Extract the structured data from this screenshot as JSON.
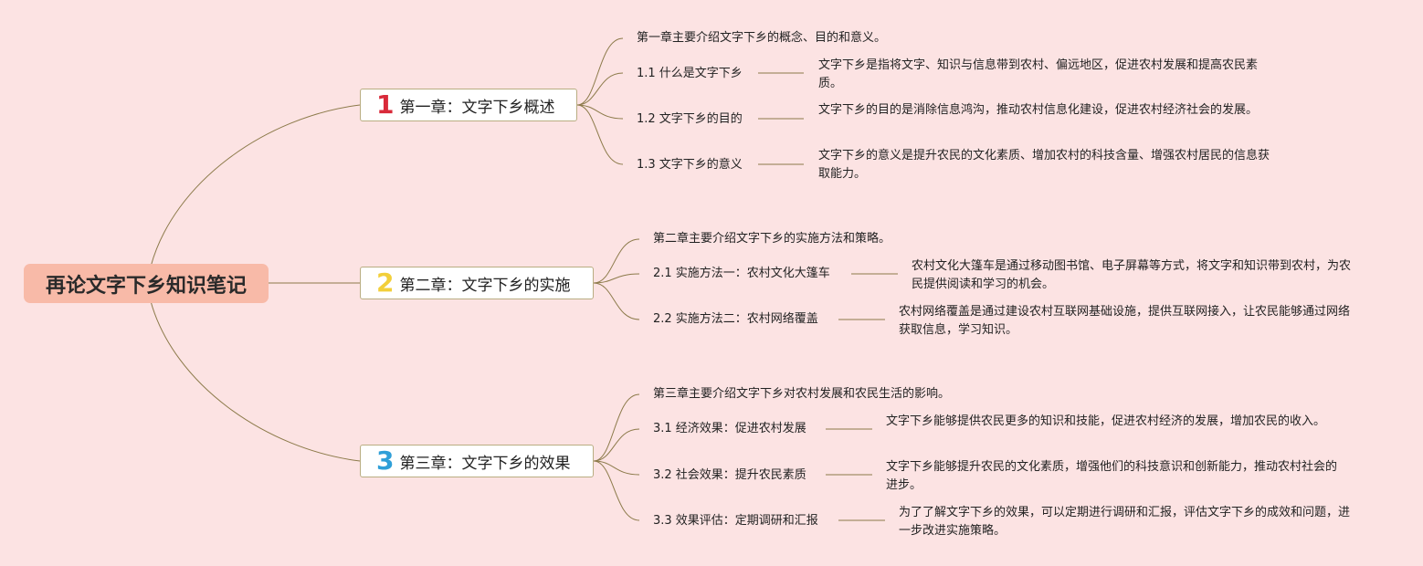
{
  "root": {
    "title": "再论文字下乡知识笔记"
  },
  "chapters": [
    {
      "number": "1",
      "number_color": "#d92a3a",
      "title": "第一章：文字下乡概述",
      "summary": "第一章主要介绍文字下乡的概念、目的和意义。",
      "items": [
        {
          "label": "1.1 什么是文字下乡",
          "detail": "文字下乡是指将文字、知识与信息带到农村、偏远地区，促进农村发展和提高农民素质。"
        },
        {
          "label": "1.2 文字下乡的目的",
          "detail": "文字下乡的目的是消除信息鸿沟，推动农村信息化建设，促进农村经济社会的发展。"
        },
        {
          "label": "1.3 文字下乡的意义",
          "detail": "文字下乡的意义是提升农民的文化素质、增加农村的科技含量、增强农村居民的信息获取能力。"
        }
      ]
    },
    {
      "number": "2",
      "number_color": "#f2cf3a",
      "title": "第二章：文字下乡的实施",
      "summary": "第二章主要介绍文字下乡的实施方法和策略。",
      "items": [
        {
          "label": "2.1 实施方法一：农村文化大篷车",
          "detail": "农村文化大篷车是通过移动图书馆、电子屏幕等方式，将文字和知识带到农村，为农民提供阅读和学习的机会。"
        },
        {
          "label": "2.2 实施方法二：农村网络覆盖",
          "detail": "农村网络覆盖是通过建设农村互联网基础设施，提供互联网接入，让农民能够通过网络获取信息，学习知识。"
        }
      ]
    },
    {
      "number": "3",
      "number_color": "#2f9fd8",
      "title": "第三章：文字下乡的效果",
      "summary": "第三章主要介绍文字下乡对农村发展和农民生活的影响。",
      "items": [
        {
          "label": "3.1 经济效果：促进农村发展",
          "detail": "文字下乡能够提供农民更多的知识和技能，促进农村经济的发展，增加农民的收入。"
        },
        {
          "label": "3.2 社会效果：提升农民素质",
          "detail": "文字下乡能够提升农民的文化素质，增强他们的科技意识和创新能力，推动农村社会的进步。"
        },
        {
          "label": "3.3 效果评估：定期调研和汇报",
          "detail": "为了了解文字下乡的效果，可以定期进行调研和汇报，评估文字下乡的成效和问题，进一步改进实施策略。"
        }
      ]
    }
  ],
  "colors": {
    "background": "#fce3e3",
    "root": "#f8baa8",
    "line": "#8c7a4a",
    "chapter_border": "#b9ad82"
  }
}
